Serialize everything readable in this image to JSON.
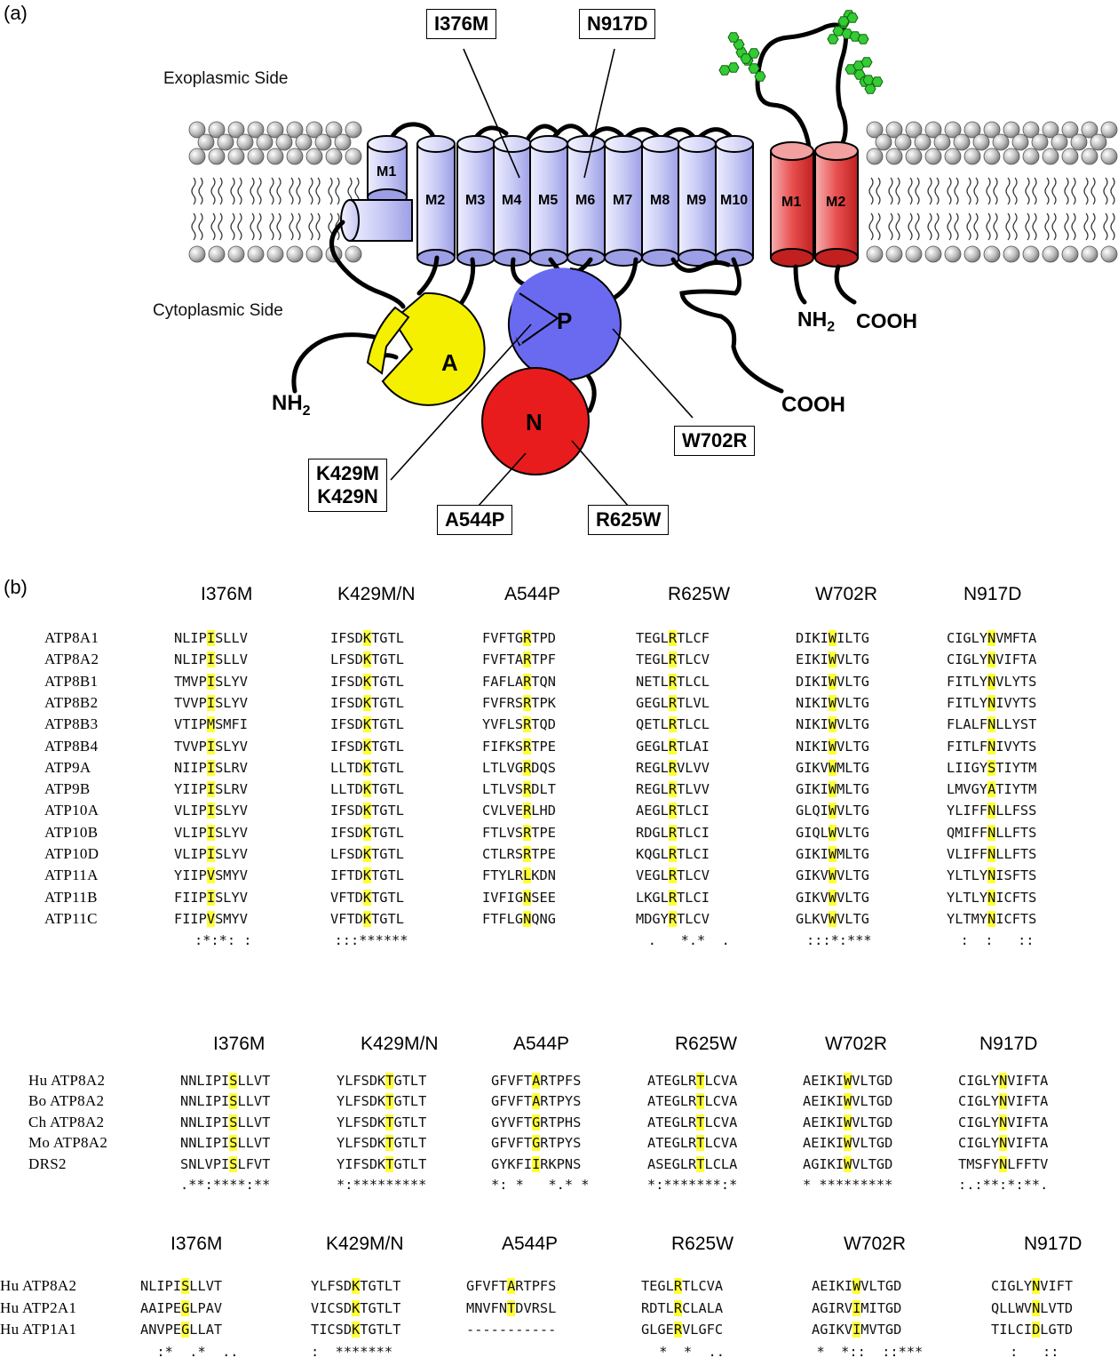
{
  "panel_a": {
    "label": "(a)",
    "exoplasmic_label": "Exoplasmic Side",
    "cytoplasmic_label": "Cytoplasmic Side",
    "helices_blue": [
      "M1",
      "M2",
      "M3",
      "M4",
      "M5",
      "M6",
      "M7",
      "M8",
      "M9",
      "M10"
    ],
    "helices_red": [
      "M1",
      "M2"
    ],
    "domains": {
      "A": "A",
      "P": "P",
      "N": "N"
    },
    "termini": {
      "nh2_left": "NH2",
      "cooh_right": "COOH",
      "nh2_beta": "NH2",
      "cooh_beta": "COOH"
    },
    "mutations": {
      "i376m": "I376M",
      "n917d": "N917D",
      "w702r": "W702R",
      "k429m": "K429M",
      "k429n": "K429N",
      "a544p": "A544P",
      "r625w": "R625W"
    },
    "colors": {
      "transmembrane_blue": "#c9cbf5",
      "p_domain": "#6a6af0",
      "n_domain": "#e81c1c",
      "a_domain": "#f5f000",
      "beta_subunit": "#e85050",
      "glycan": "#33cc33"
    }
  },
  "panel_b": {
    "label": "(b)",
    "highlight_color": "#ffff33",
    "block1": {
      "headers": [
        "I376M",
        "K429M/N",
        "A544P",
        "R625W",
        "W702R",
        "N917D"
      ],
      "genes": [
        "ATP8A1",
        "ATP8A2",
        "ATP8B1",
        "ATP8B2",
        "ATP8B3",
        "ATP8B4",
        "ATP9A",
        "ATP9B",
        "ATP10A",
        "ATP10B",
        "ATP10D",
        "ATP11A",
        "ATP11B",
        "ATP11C"
      ],
      "highlight_index": [
        4,
        4,
        5,
        4,
        4,
        5
      ],
      "columns": [
        [
          "NLIPISLLV",
          "NLIPISLLV",
          "TMVPISLYV",
          "TVVPISLYV",
          "VTIPMSMFI",
          "TVVPISLYV",
          "NIIPISLRV",
          "YIIPISLRV",
          "VLIPISLYV",
          "VLIPISLYV",
          "VLIPISLYV",
          "YIIPVSMYV",
          "FIIPISLYV",
          "FIIPVSMYV"
        ],
        [
          "IFSDKTGTL",
          "LFSDKTGTL",
          "IFSDKTGTL",
          "IFSDKTGTL",
          "IFSDKTGTL",
          "IFSDKTGTL",
          "LLTDKTGTL",
          "LLTDKTGTL",
          "IFSDKTGTL",
          "IFSDKTGTL",
          "LFSDKTGTL",
          "IFTDKTGTL",
          "VFTDKTGTL",
          "VFTDKTGTL"
        ],
        [
          "FVFTGRTPD",
          "FVFTARTPF",
          "FAFLARTQN",
          "FVFRSRTPK",
          "YVFLSRTQD",
          "FIFKSRTPE",
          "LTLVGRDQS",
          "LTLVSRDLT",
          "CVLVERLHD",
          "FTLVSRTPE",
          "CTLRSRTPE",
          "FTYLRLKDN",
          "IVFIGNSEE",
          "FTFLGNQNG"
        ],
        [
          "TEGLRTLCF",
          "TEGLRTLCV",
          "NETLRTLCL",
          "GEGLRTLVL",
          "QETLRTLCL",
          "GEGLRTLAI",
          "REGLRVLVV",
          "REGLRTLVV",
          "AEGLRTLCI",
          "RDGLRTLCI",
          "KQGLRTLCI",
          "VEGLRTLCV",
          "LKGLRTLCI",
          "MDGYRTLCV"
        ],
        [
          "DIKIWILTG",
          "EIKIWVLTG",
          "DIKIWVLTG",
          "NIKIWVLTG",
          "NIKIWVLTG",
          "NIKIWVLTG",
          "GIKVWMLTG",
          "GIKIWMLTG",
          "GLQIWVLTG",
          "GIQLWVLTG",
          "GIKIWMLTG",
          "GIKVWVLTG",
          "GIKVWVLTG",
          "GLKVWVLTG"
        ],
        [
          "CIGLYNVMFTA",
          "CIGLYNVIFTA",
          "FITLYNVLYTS",
          "FITLYNIVYTS",
          "FLALFNLLYST",
          "FITLFNIVYTS",
          "LIIGYSTIYTM",
          "LMVGYATIYTM",
          "YLIFFNLLFSS",
          "QMIFFNLLFTS",
          "VLIFFNLLFTS",
          "YLTLYNISFTS",
          "YLTLYNICFTS",
          "YLTMYNICFTS"
        ]
      ],
      "consensus": [
        ":*:*: :",
        ":::******",
        "",
        ".   *.*  .",
        ":::*:***",
        ":  :   ::"
      ]
    },
    "block2": {
      "headers": [
        "I376M",
        "K429M/N",
        "A544P",
        "R625W",
        "W702R",
        "N917D"
      ],
      "genes": [
        "Hu ATP8A2",
        "Bo ATP8A2",
        "Ch ATP8A2",
        "Mo ATP8A2",
        "DRS2"
      ],
      "highlight_index": [
        6,
        6,
        5,
        6,
        5,
        5
      ],
      "columns": [
        [
          "NNLIPISLLVT",
          "NNLIPISLLVT",
          "NNLIPISLLVT",
          "NNLIPISLLVT",
          "SNLVPISLFVT"
        ],
        [
          "YLFSDKTGTLT",
          "YLFSDKTGTLT",
          "YLFSDKTGTLT",
          "YLFSDKTGTLT",
          "YIFSDKTGTLT"
        ],
        [
          "GFVFTARTPFS",
          "GFVFTARTPYS",
          "GYVFTGRTPHS",
          "GFVFTGRTPYS",
          "GYKFIIRKPNS"
        ],
        [
          "ATEGLRTLCVA",
          "ATEGLRTLCVA",
          "ATEGLRTLCVA",
          "ATEGLRTLCVA",
          "ASEGLRTLCLA"
        ],
        [
          "AEIKIWVLTGD",
          "AEIKIWVLTGD",
          "AEIKIWVLTGD",
          "AEIKIWVLTGD",
          "AGIKIWVLTGD"
        ],
        [
          "CIGLYNVIFTA",
          "CIGLYNVIFTA",
          "CIGLYNVIFTA",
          "CIGLYNVIFTA",
          "TMSFYNLFFTV"
        ]
      ],
      "consensus": [
        ".**:****:**",
        "*:*********",
        "*: *   *.* *",
        "*:*******:*",
        "* *********",
        ":.:**:*:**."
      ]
    },
    "block3": {
      "headers": [
        "I376M",
        "K429M/N",
        "A544P",
        "R625W",
        "W702R",
        "N917D"
      ],
      "genes": [
        "Hu ATP8A2",
        "Hu ATP2A1",
        "Hu ATP1A1"
      ],
      "highlight_index": [
        5,
        5,
        5,
        4,
        5,
        5
      ],
      "columns": [
        [
          "NLIPISLLVT",
          "AAIPEGLPAV",
          "ANVPEGLLAT"
        ],
        [
          "YLFSDKTGTLT",
          "VICSDKTGTLT",
          "TICSDKTGTLT"
        ],
        [
          "GFVFTARTPFS",
          "MNVFNTDVRSL",
          "-----------"
        ],
        [
          "TEGLRTLCVA",
          "RDTLRCLALA",
          "GLGERVLGFC"
        ],
        [
          "AEIKIWVLTGD",
          "AGIRVIMITGD",
          "AGIKVIMVTGD"
        ],
        [
          "CIGLYNVIFT",
          "QLLWVNLVTD",
          "TILCIDLGTD"
        ]
      ],
      "consensus": [
        ":*  .*  ..",
        ":  *******",
        "",
        " *  *  ..",
        "*  *::  ::***",
        " :   ::"
      ]
    }
  }
}
